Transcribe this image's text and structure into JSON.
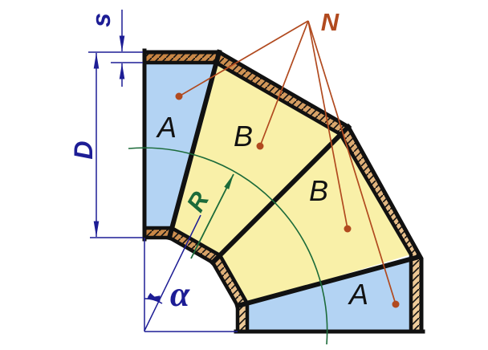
{
  "diagram": {
    "kind": "segmented-pipe-elbow-drawing",
    "labels": {
      "wall_thickness": "s",
      "diameter": "D",
      "bend_radius": "R",
      "segment_angle": "α",
      "seams": "N",
      "end_segment_left": "A",
      "middle_segment_first": "B",
      "middle_segment_second": "B",
      "end_segment_right": "A"
    },
    "colors": {
      "background": "#ffffff",
      "segment_a_fill": "#b3d3f3",
      "segment_b_fill": "#f9f0a8",
      "wall_dark": "#c5813f",
      "wall_light": "#f0cf9e",
      "outline": "#111111",
      "dimension_blue": "#1d1d95",
      "radius_green": "#1c6b3a",
      "leader_rust": "#b14a1f"
    }
  }
}
